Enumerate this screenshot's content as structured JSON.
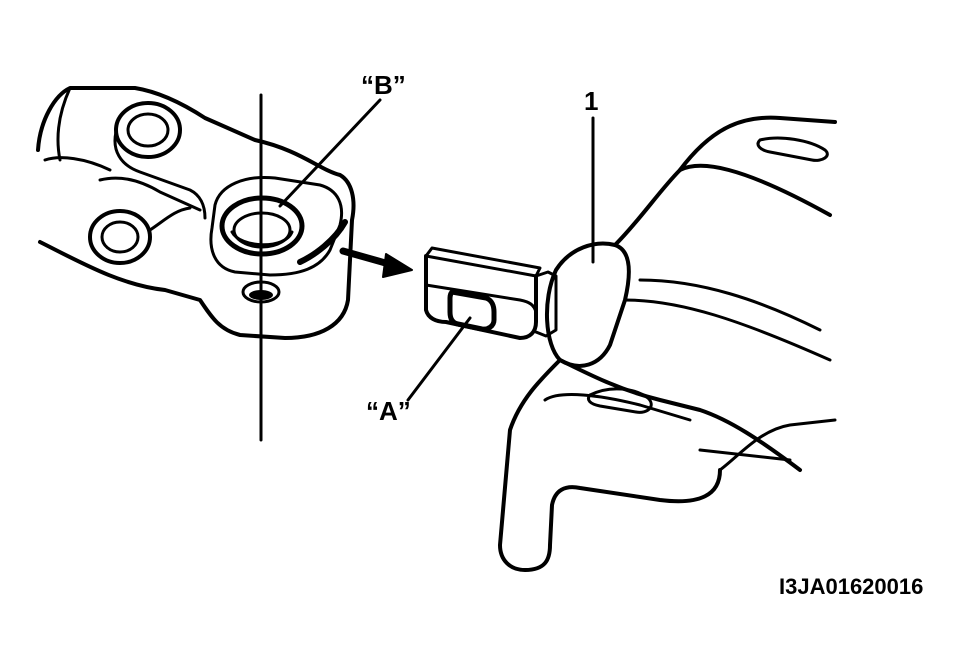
{
  "labels": {
    "b": "“B”",
    "a": "“A”",
    "part_number": "1",
    "figure_code": "I3JA01620016"
  },
  "colors": {
    "line": "#000000",
    "background": "#ffffff"
  }
}
